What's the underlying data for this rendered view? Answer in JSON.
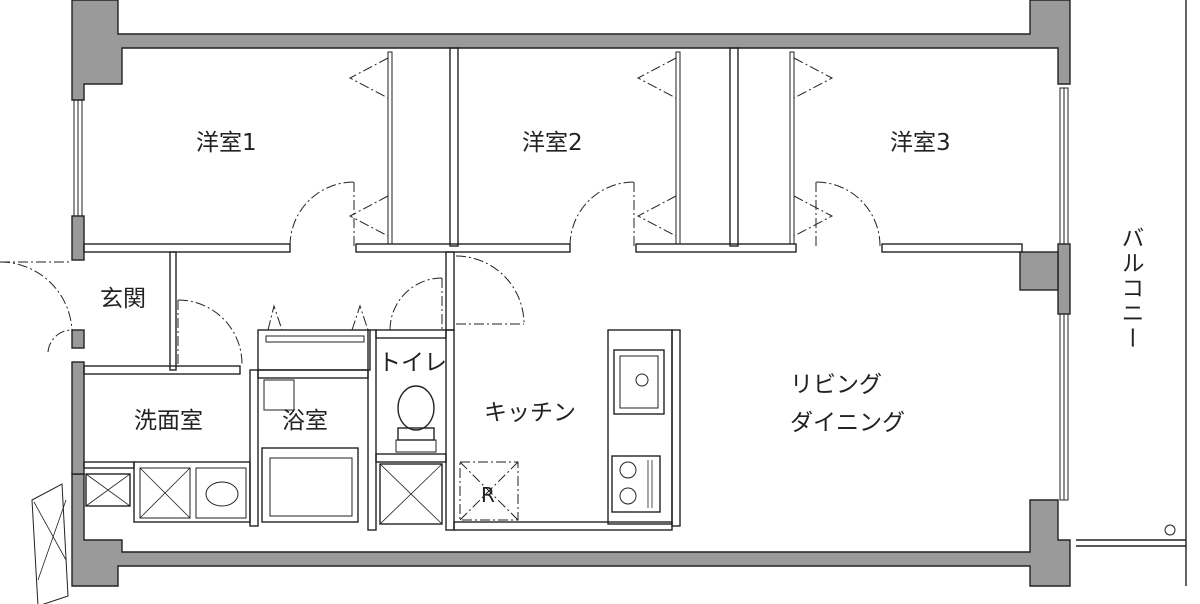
{
  "rooms": {
    "western_1": "洋室1",
    "western_2": "洋室2",
    "western_3": "洋室3",
    "entrance": "玄関",
    "washroom": "洗面室",
    "bathroom": "浴室",
    "toilet": "トイレ",
    "kitchen": "キッチン",
    "living_line1": "リビング",
    "living_line2": "ダイニング",
    "balcony": "バルコニー",
    "refrigerator_mark": "R"
  }
}
